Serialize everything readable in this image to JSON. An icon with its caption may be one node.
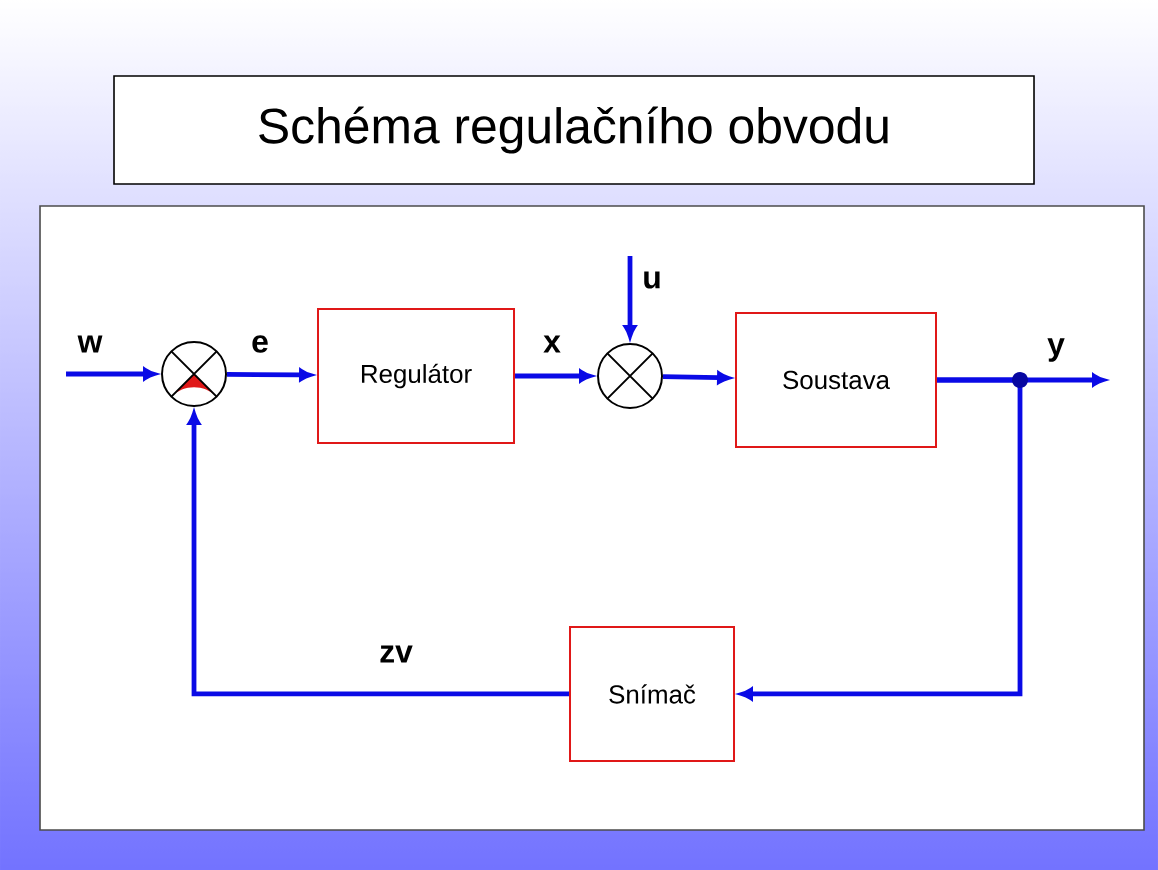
{
  "diagram": {
    "title": "Schéma regulačního obvodu",
    "nodes": [
      {
        "text": [],
        "shape": "circle"
      },
      {
        "text": [
          "Regulátor"
        ]
      },
      {
        "text": [],
        "shape": "circle"
      },
      {
        "text": [
          "Soustava"
        ]
      },
      {
        "text": [
          "Snímač"
        ]
      }
    ],
    "edges": [
      {
        "from": null,
        "to": 0,
        "arrow": "to",
        "label": "w"
      },
      {
        "from": 0,
        "to": 1,
        "arrow": "to",
        "label": "e"
      },
      {
        "from": 1,
        "to": 2,
        "arrow": "to",
        "label": "x"
      },
      {
        "from": null,
        "to": 2,
        "arrow": "to",
        "label": "u"
      },
      {
        "from": 2,
        "to": 3,
        "arrow": "to"
      },
      {
        "from": 3,
        "to": null,
        "arrow": "to",
        "label": "y"
      },
      {
        "from": 3,
        "to": 4,
        "arrow": "to"
      },
      {
        "from": 4,
        "to": 0,
        "arrow": "to",
        "label": "zv"
      }
    ]
  }
}
